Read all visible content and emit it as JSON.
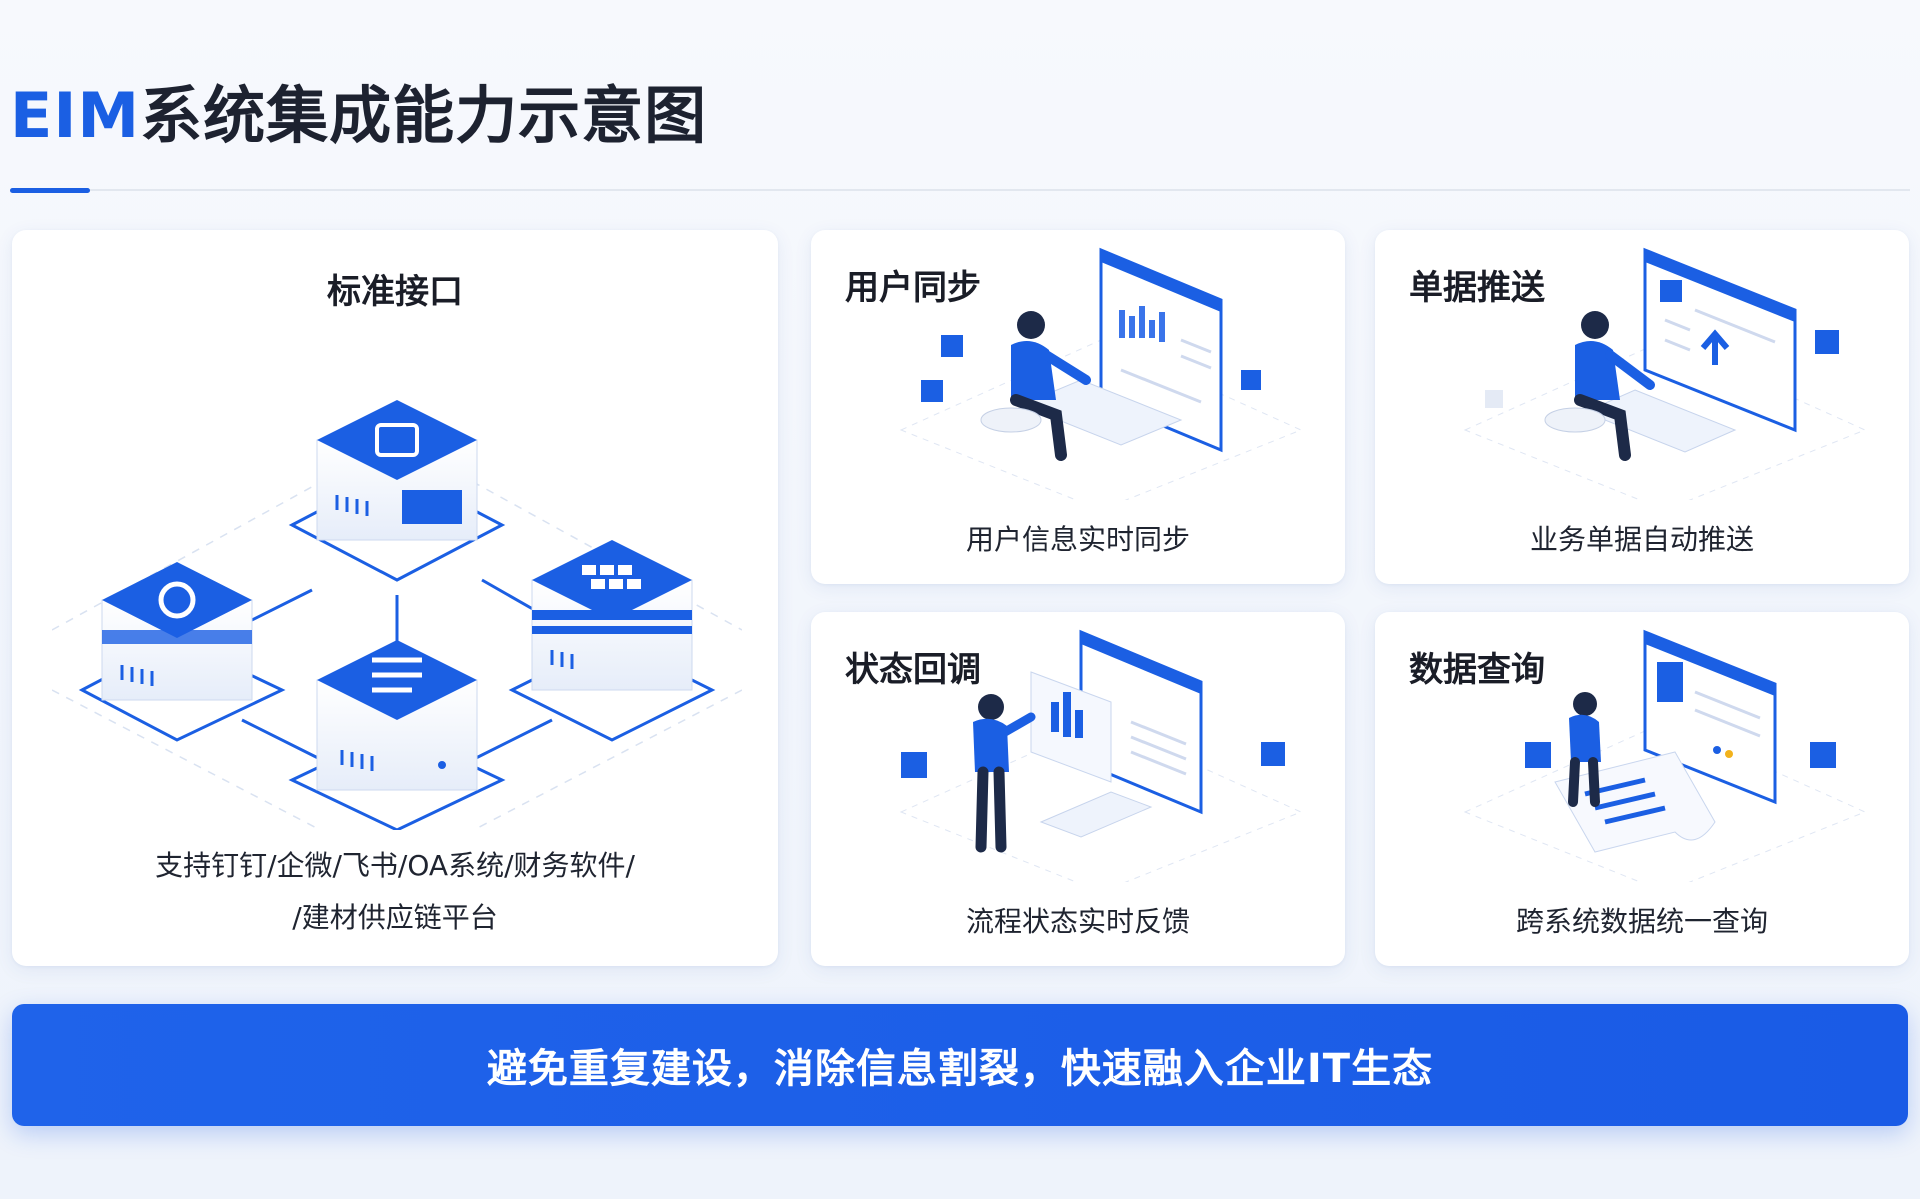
{
  "header": {
    "title_accent": "EIM",
    "title_rest": "系统集成能力示意图"
  },
  "cards": {
    "standard_interface": {
      "title": "标准接口",
      "desc_line1": "支持钉钉/企微/飞书/OA系统/财务软件/",
      "desc_line2": "/建材供应链平台"
    },
    "user_sync": {
      "title": "用户同步",
      "desc": "用户信息实时同步"
    },
    "doc_push": {
      "title": "单据推送",
      "desc": "业务单据自动推送"
    },
    "status_callback": {
      "title": "状态回调",
      "desc": "流程状态实时反馈"
    },
    "data_query": {
      "title": "数据查询",
      "desc": "跨系统数据统一查询"
    }
  },
  "banner": {
    "text": "避免重复建设，消除信息割裂，快速融入企业IT生态"
  },
  "colors": {
    "accent": "#1b5fe3",
    "card_bg": "#ffffff",
    "banner": "#1f63ea"
  }
}
